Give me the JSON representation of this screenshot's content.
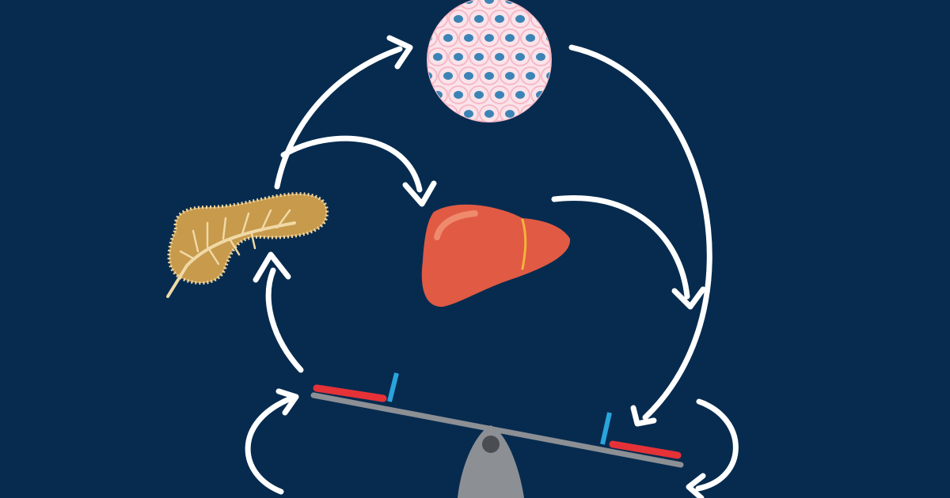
{
  "diagram": {
    "title": "",
    "colors": {
      "background": "#062b4f",
      "arrow": "#ffffff",
      "pancreas": "#c79a4c",
      "pancreas_outline": "#f0d9a6",
      "liver": "#e05a44",
      "liver_highlight": "#ef8a6d",
      "liver_divider": "#f3b43b",
      "cell_membrane": "#f6b9c6",
      "cell_fill": "#fbe3ea",
      "cell_nucleus": "#3c84b5",
      "seesaw_beam": "#8c8f94",
      "seesaw_base": "#8c8f94",
      "seesaw_pivot": "#4a4d52",
      "weight_red": "#e53237",
      "marker_blue": "#2aa4dc"
    },
    "nodes": [
      {
        "id": "cells",
        "icon": "body-cells-icon"
      },
      {
        "id": "pancreas",
        "icon": "pancreas-icon"
      },
      {
        "id": "liver",
        "icon": "liver-icon"
      },
      {
        "id": "balance",
        "icon": "seesaw-balance-icon"
      }
    ],
    "flows": [
      {
        "from": "balance",
        "to": "pancreas"
      },
      {
        "from": "pancreas",
        "to": "cells"
      },
      {
        "from": "pancreas",
        "to": "liver"
      },
      {
        "from": "liver",
        "to": "balance"
      },
      {
        "from": "cells",
        "to": "balance"
      },
      {
        "from": "balance",
        "to": "balance",
        "side": "left"
      },
      {
        "from": "balance",
        "to": "balance",
        "side": "right"
      }
    ]
  }
}
